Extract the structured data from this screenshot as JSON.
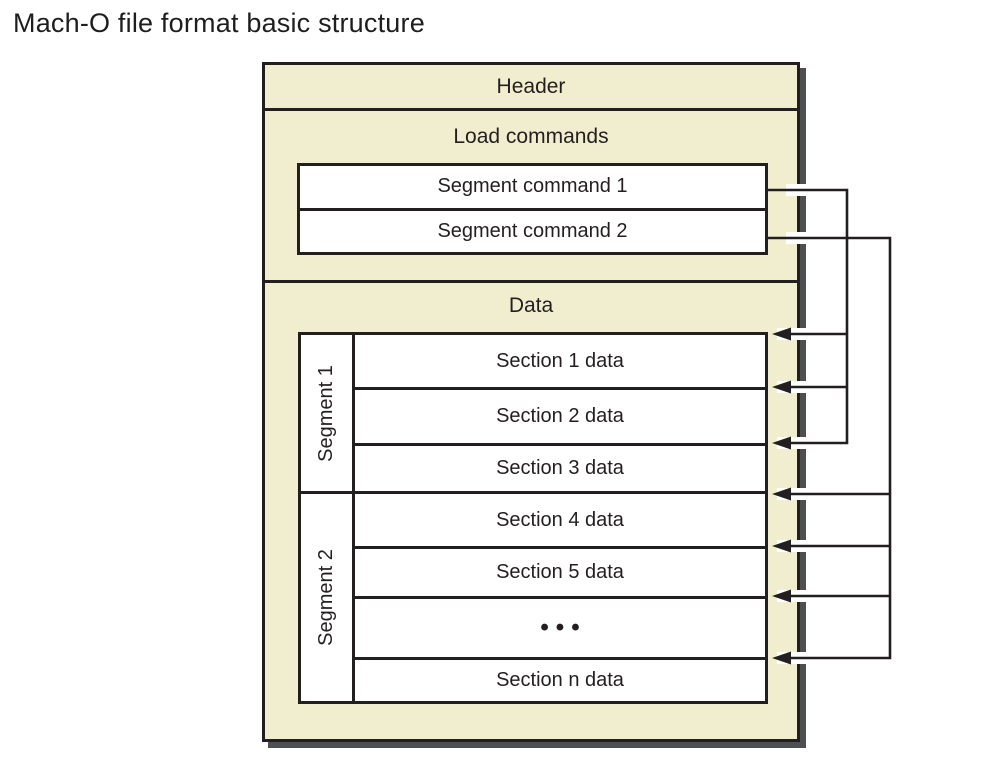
{
  "title": "Mach-O file format basic structure",
  "diagram": {
    "header_label": "Header",
    "load_commands": {
      "label": "Load commands",
      "commands": [
        "Segment command 1",
        "Segment command 2"
      ]
    },
    "data": {
      "label": "Data",
      "segments": [
        {
          "label": "Segment 1",
          "sections": [
            "Section 1 data",
            "Section 2 data",
            "Section 3 data"
          ]
        },
        {
          "label": "Segment 2",
          "sections": [
            "Section 4 data",
            "Section 5 data",
            "•••",
            "Section n data"
          ]
        }
      ]
    },
    "connectors": [
      {
        "from": "Segment command 1",
        "to": [
          "Section 1 data",
          "Section 2 data",
          "Section 3 data"
        ]
      },
      {
        "from": "Segment command 2",
        "to": [
          "Section 4 data",
          "Section 5 data",
          "•••",
          "Section n data"
        ]
      }
    ],
    "colors": {
      "band_fill": "#f1eecf",
      "border": "#231f20",
      "shadow": "#4d4f52",
      "text": "#231f20"
    }
  }
}
